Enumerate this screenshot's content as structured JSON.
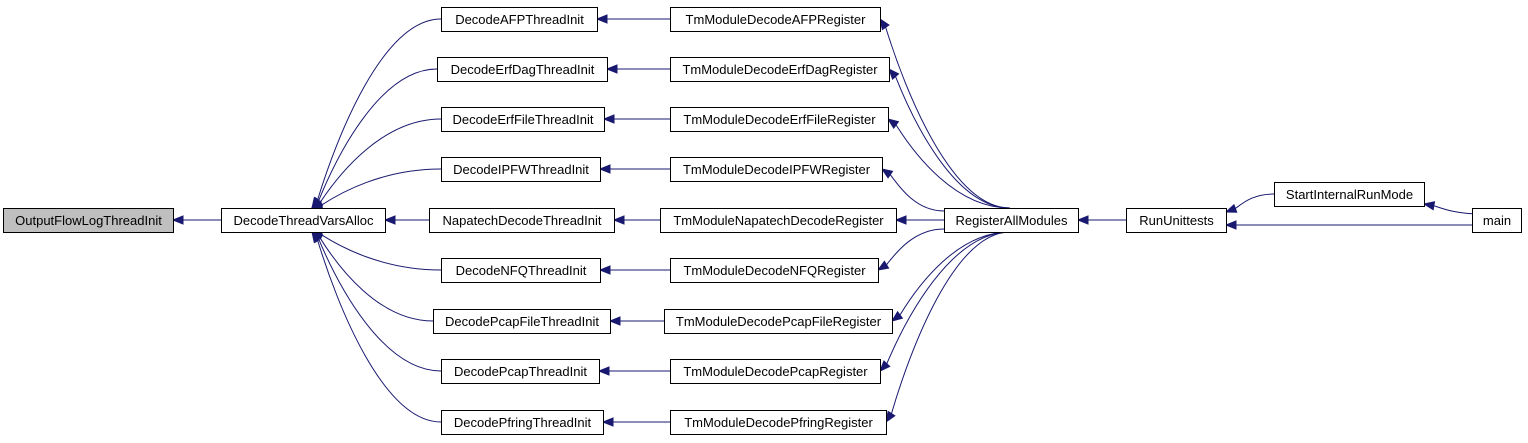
{
  "graph": {
    "edge_color": "#191970",
    "root_fill": "#bfbfbf",
    "node_fill": "#ffffff",
    "nodes": [
      {
        "id": "n0",
        "label": "OutputFlowLogThreadInit",
        "root": true
      },
      {
        "id": "n1",
        "label": "DecodeThreadVarsAlloc"
      },
      {
        "id": "n2",
        "label": "DecodeAFPThreadInit"
      },
      {
        "id": "n3",
        "label": "DecodeErfDagThreadInit"
      },
      {
        "id": "n4",
        "label": "DecodeErfFileThreadInit"
      },
      {
        "id": "n5",
        "label": "DecodeIPFWThreadInit"
      },
      {
        "id": "n6",
        "label": "NapatechDecodeThreadInit"
      },
      {
        "id": "n7",
        "label": "DecodeNFQThreadInit"
      },
      {
        "id": "n8",
        "label": "DecodePcapFileThreadInit"
      },
      {
        "id": "n9",
        "label": "DecodePcapThreadInit"
      },
      {
        "id": "n10",
        "label": "DecodePfringThreadInit"
      },
      {
        "id": "n11",
        "label": "TmModuleDecodeAFPRegister"
      },
      {
        "id": "n12",
        "label": "TmModuleDecodeErfDagRegister"
      },
      {
        "id": "n13",
        "label": "TmModuleDecodeErfFileRegister"
      },
      {
        "id": "n14",
        "label": "TmModuleDecodeIPFWRegister"
      },
      {
        "id": "n15",
        "label": "TmModuleNapatechDecodeRegister"
      },
      {
        "id": "n16",
        "label": "TmModuleDecodeNFQRegister"
      },
      {
        "id": "n17",
        "label": "TmModuleDecodePcapFileRegister"
      },
      {
        "id": "n18",
        "label": "TmModuleDecodePcapRegister"
      },
      {
        "id": "n19",
        "label": "TmModuleDecodePfringRegister"
      },
      {
        "id": "n20",
        "label": "RegisterAllModules"
      },
      {
        "id": "n21",
        "label": "RunUnittests"
      },
      {
        "id": "n22",
        "label": "StartInternalRunMode"
      },
      {
        "id": "n23",
        "label": "main"
      }
    ],
    "edges": [
      [
        "n1",
        "n0"
      ],
      [
        "n2",
        "n1"
      ],
      [
        "n3",
        "n1"
      ],
      [
        "n4",
        "n1"
      ],
      [
        "n5",
        "n1"
      ],
      [
        "n6",
        "n1"
      ],
      [
        "n7",
        "n1"
      ],
      [
        "n8",
        "n1"
      ],
      [
        "n9",
        "n1"
      ],
      [
        "n10",
        "n1"
      ],
      [
        "n11",
        "n2"
      ],
      [
        "n12",
        "n3"
      ],
      [
        "n13",
        "n4"
      ],
      [
        "n14",
        "n5"
      ],
      [
        "n15",
        "n6"
      ],
      [
        "n16",
        "n7"
      ],
      [
        "n17",
        "n8"
      ],
      [
        "n18",
        "n9"
      ],
      [
        "n19",
        "n10"
      ],
      [
        "n20",
        "n11"
      ],
      [
        "n20",
        "n12"
      ],
      [
        "n20",
        "n13"
      ],
      [
        "n20",
        "n14"
      ],
      [
        "n20",
        "n15"
      ],
      [
        "n20",
        "n16"
      ],
      [
        "n20",
        "n17"
      ],
      [
        "n20",
        "n18"
      ],
      [
        "n20",
        "n19"
      ],
      [
        "n21",
        "n20"
      ],
      [
        "n22",
        "n21"
      ],
      [
        "n23",
        "n21"
      ],
      [
        "n23",
        "n22"
      ]
    ]
  }
}
